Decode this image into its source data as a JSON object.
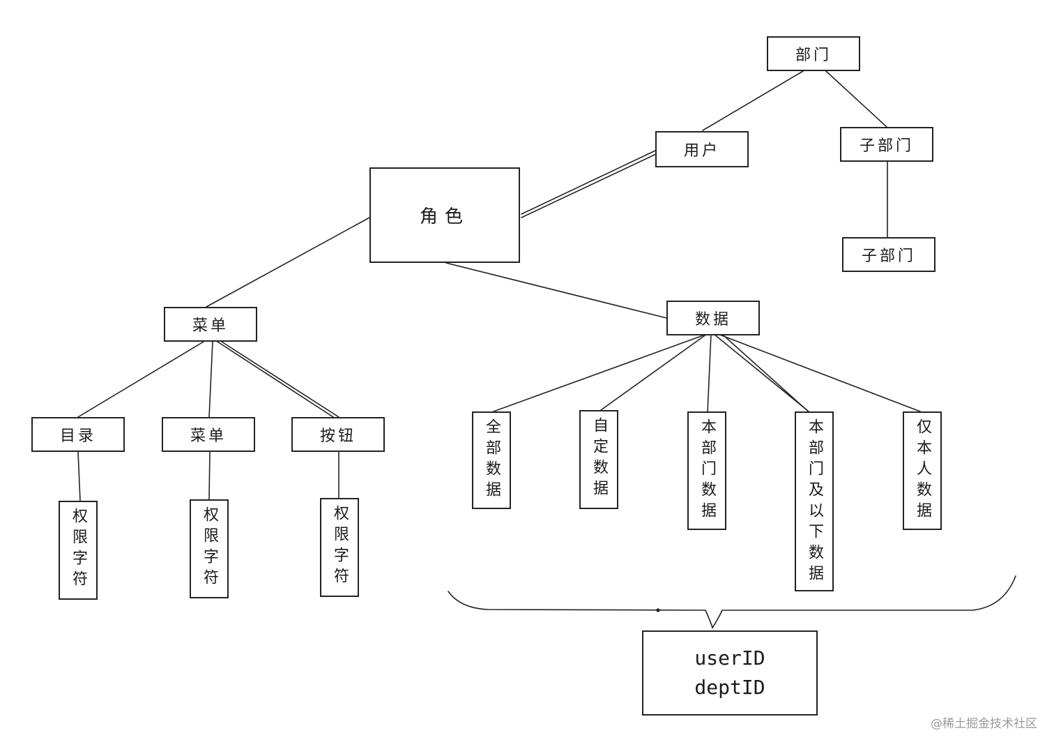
{
  "nodes": {
    "dept": "部门",
    "user": "用户",
    "subdept1": "子部门",
    "subdept2": "子部门",
    "role": "角色",
    "menu": "菜单",
    "data": "数据",
    "directory": "目录",
    "menu_child": "菜单",
    "button": "按钮",
    "perm1": "权限字符",
    "perm2": "权限字符",
    "perm3": "权限字符",
    "all_data": "全部数据",
    "custom_data": "自定数据",
    "dept_data": "本部门数据",
    "dept_and_below": "本部门及以下数据",
    "self_data": "仅本人数据"
  },
  "fields": {
    "user_id": "userID",
    "dept_id": "deptID"
  },
  "watermark": "@稀土掘金技术社区"
}
